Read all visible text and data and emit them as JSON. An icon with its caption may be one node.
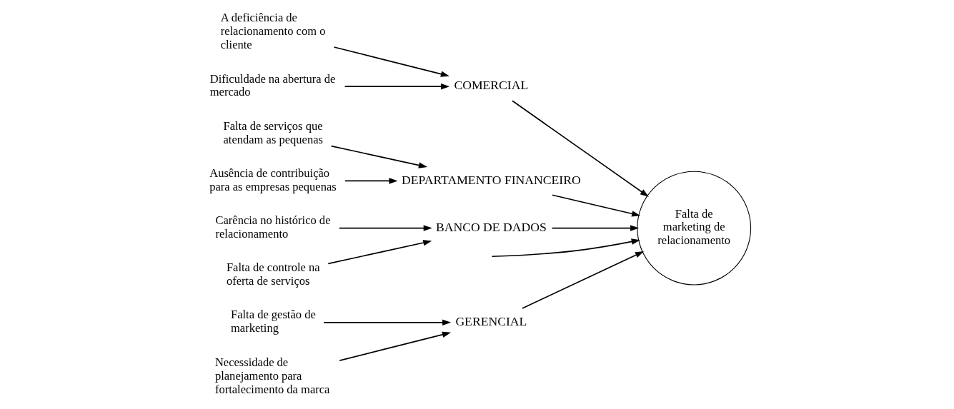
{
  "diagram": {
    "nodes": [
      {
        "text": [
          "GERENCIAL"
        ]
      },
      {
        "text": [
          "COMERCIAL"
        ]
      },
      {
        "text": [
          "Falta de gestão de marketing"
        ]
      },
      {
        "text": [
          "A deficiência de relacionamento com o cliente"
        ]
      },
      {
        "text": [
          "Necessidade de planejamento para fortalecimento da marca"
        ]
      },
      {
        "text": [
          "Dificuldade na abertura de mercado"
        ]
      },
      {
        "text": [
          "Falta de marketing de relacionamento"
        ]
      },
      {
        "text": [
          "Falta de serviços que atendam as pequenas"
        ]
      },
      {
        "text": [
          "Carência no histórico de relacionamento"
        ]
      },
      {
        "text": [
          "Ausência de contribuição para as empresas pequenas"
        ]
      },
      {
        "text": [
          "Falta de controle na oferta de serviços"
        ]
      },
      {
        "text": [
          "DEPARTAMENTO FINANCEIRO"
        ]
      },
      {
        "text": [
          "BANCO DE DADOS"
        ]
      }
    ],
    "edges": [
      {
        "from": 2,
        "to": 0,
        "arrow": "to"
      },
      {
        "from": 4,
        "to": 0,
        "arrow": "to"
      },
      {
        "from": 3,
        "to": 1,
        "arrow": "to"
      },
      {
        "from": 5,
        "to": 1,
        "arrow": "to"
      },
      {
        "from": 7,
        "to": 11,
        "arrow": "to"
      },
      {
        "from": 9,
        "to": 11,
        "arrow": "to"
      },
      {
        "from": 8,
        "to": 12,
        "arrow": "to"
      },
      {
        "from": 10,
        "to": 12,
        "arrow": "to"
      },
      {
        "from": 0,
        "to": 6,
        "arrow": "to"
      },
      {
        "from": 1,
        "to": 6,
        "arrow": "to"
      },
      {
        "from": 11,
        "to": 6,
        "arrow": "to"
      },
      {
        "from": 12,
        "to": 6,
        "arrow": "to"
      },
      {
        "from": null,
        "to": 6,
        "arrow": "to"
      }
    ]
  }
}
